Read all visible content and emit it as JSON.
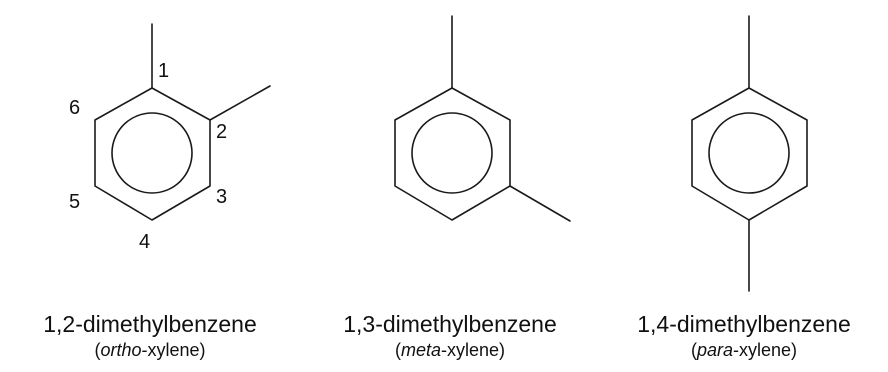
{
  "molecules": [
    {
      "id": "ortho",
      "name": "1,2-dimethylbenzene",
      "common_prefix": "ortho",
      "common_suffix": "-xylene",
      "locants": [
        "1",
        "2",
        "3",
        "4",
        "5",
        "6"
      ]
    },
    {
      "id": "meta",
      "name": "1,3-dimethylbenzene",
      "common_prefix": "meta",
      "common_suffix": "-xylene",
      "locants": []
    },
    {
      "id": "para",
      "name": "1,4-dimethylbenzene",
      "common_prefix": "para",
      "common_suffix": "-xylene",
      "locants": []
    }
  ]
}
